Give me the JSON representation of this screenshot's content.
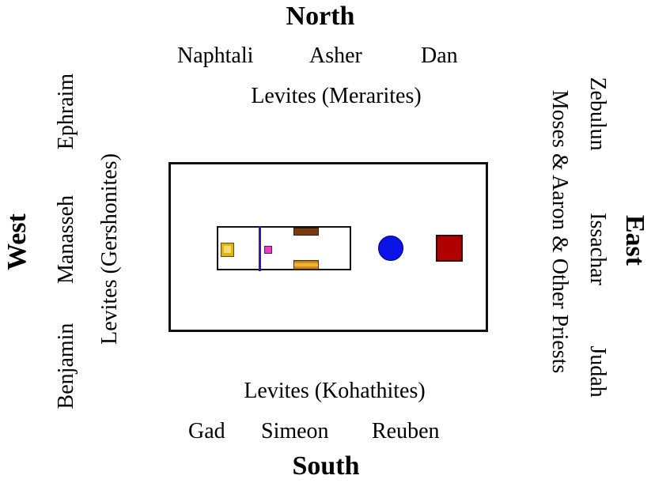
{
  "directions": {
    "north": "North",
    "south": "South",
    "west": "West",
    "east": "East"
  },
  "north": {
    "tribes": [
      "Naphtali",
      "Asher",
      "Dan"
    ],
    "levites": "Levites (Merarites)"
  },
  "south": {
    "levites": "Levites (Kohathites)",
    "tribes": [
      "Gad",
      "Simeon",
      "Reuben"
    ]
  },
  "west": {
    "tribes": [
      "Benjamin",
      "Manasseh",
      "Ephraim"
    ],
    "levites": "Levites (Gershonites)"
  },
  "east": {
    "tribes": [
      "Zebulun",
      "Issachar",
      "Judah"
    ],
    "priests": "Moses & Aaron & Other Priests"
  },
  "colors": {
    "outline": "#111111",
    "veil": "#3a1a9a",
    "ark": "#e2b21c",
    "incense_altar": "#e33cc5",
    "table": "#7a3b12",
    "lampstand": "#f6c53a",
    "laver": "#0a14e6",
    "altar": "#b00000"
  }
}
